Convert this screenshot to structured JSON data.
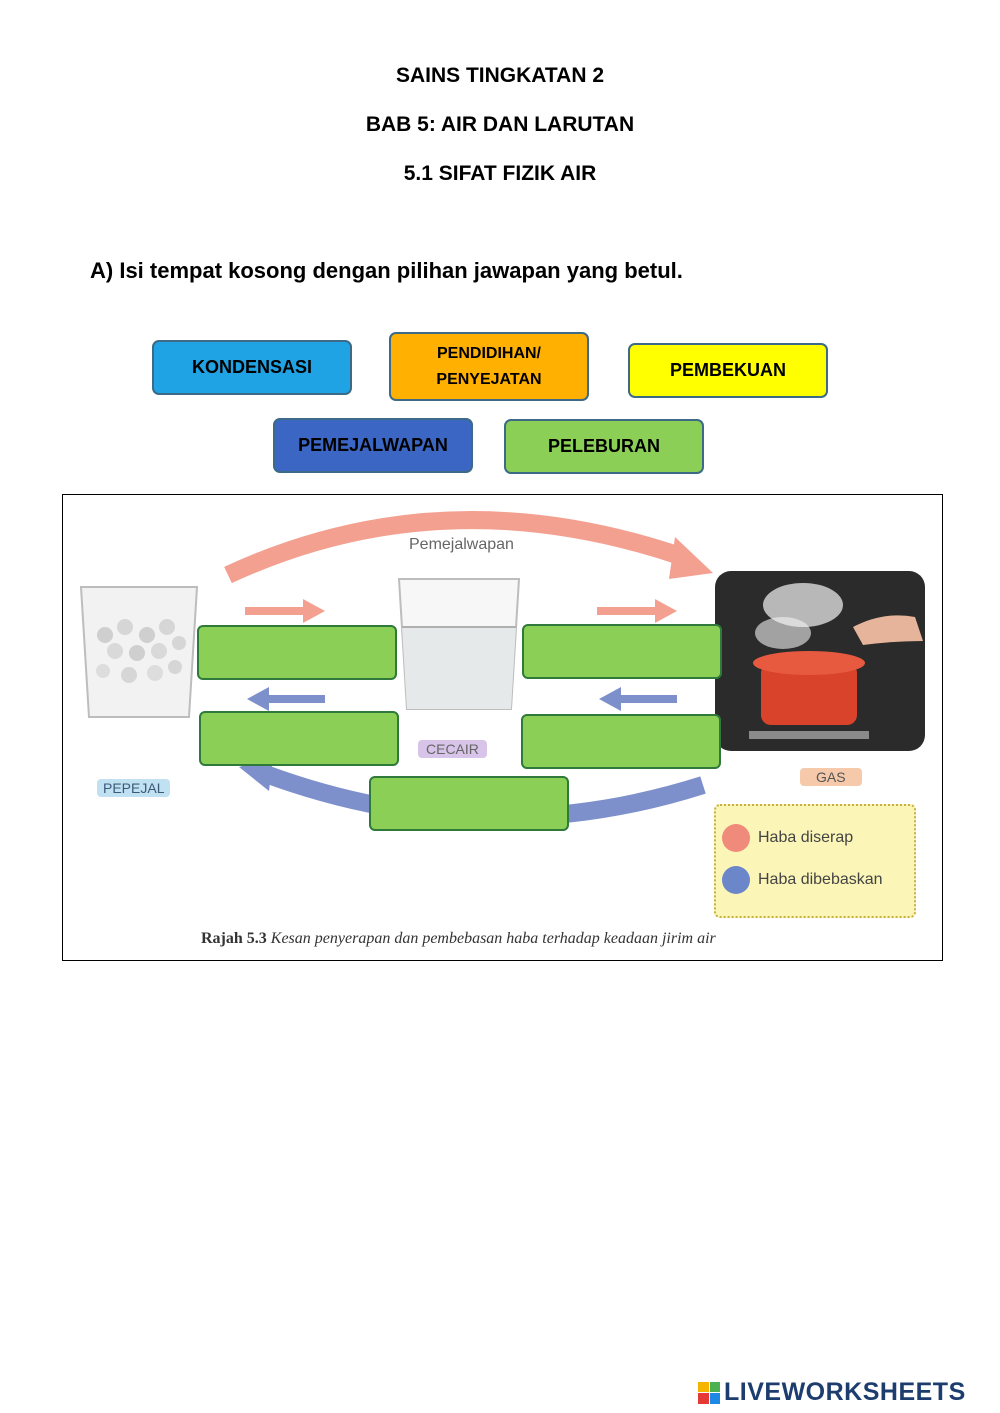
{
  "header": {
    "line1": "SAINS TINGKATAN 2",
    "line2": "BAB 5: AIR DAN LARUTAN",
    "line3": "5.1 SIFAT FIZIK AIR"
  },
  "instruction": "A) Isi tempat kosong dengan pilihan jawapan yang betul.",
  "options": {
    "kondensasi": "KONDENSASI",
    "pendidihan_line1": "PENDIDIHAN/",
    "pendidihan_line2": "PENYEJATAN",
    "pembekuan": "PEMBEKUAN",
    "pemejalwapan": "PEMEJALWAPAN",
    "peleburan": "PELEBURAN"
  },
  "figure": {
    "top_arrow_label": "Pemejalwapan",
    "state_solid": "PEPEJAL",
    "state_liquid": "CECAIR",
    "state_gas": "GAS",
    "legend_absorbed": "Haba diserap",
    "legend_released": "Haba dibebaskan",
    "caption_bold": "Rajah 5.3",
    "caption_italic": "Kesan penyerapan dan pembebasan haba terhadap keadaan jirim air",
    "colors": {
      "absorbed": "#f08a7a",
      "released": "#6b86c9",
      "dropzone": "#8bcf56"
    }
  },
  "brand": "LIVEWORKSHEETS"
}
